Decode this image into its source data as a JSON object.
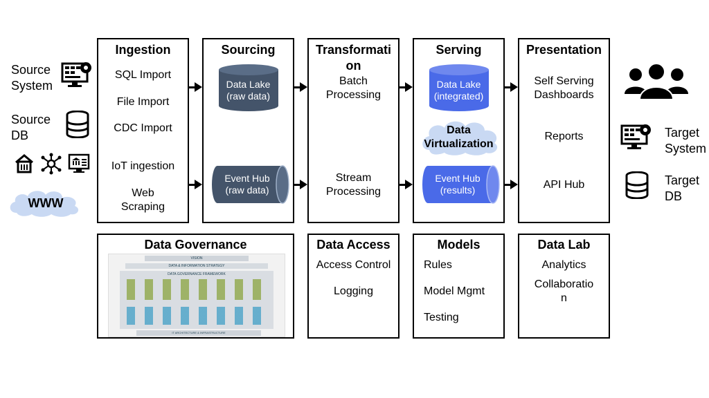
{
  "left": {
    "source_system": "Source\nSystem",
    "source_db": "Source\nDB",
    "www": "WWW"
  },
  "right": {
    "target_system": "Target\nSystem",
    "target_db": "Target\nDB"
  },
  "stages": {
    "ingestion": {
      "title": "Ingestion",
      "items": [
        "SQL Import",
        "File Import",
        "CDC Import",
        "IoT ingestion",
        "Web\nScraping"
      ]
    },
    "sourcing": {
      "title": "Sourcing",
      "data_lake": "Data Lake\n(raw data)",
      "event_hub": "Event Hub\n(raw data)"
    },
    "transformation": {
      "title": "Transformati\non",
      "batch": "Batch\nProcessing",
      "stream": "Stream\nProcessing"
    },
    "serving": {
      "title": "Serving",
      "data_lake": "Data Lake\n(integrated)",
      "virtualization": "Data\nVirtualization",
      "event_hub": "Event Hub\n(results)"
    },
    "presentation": {
      "title": "Presentation",
      "items": [
        "Self Serving\nDashboards",
        "Reports",
        "API Hub"
      ]
    }
  },
  "bottom": {
    "governance": {
      "title": "Data Governance",
      "vision": "VISION",
      "strategy": "DATA & INFORMATION STRATEGY",
      "framework": "DATA GOVERNANCE FRAMEWORK",
      "infrastructure": "IT ARCHITECTURE & INFRASTRUCTURE"
    },
    "access": {
      "title": "Data Access",
      "items": [
        "Access Control",
        "Logging"
      ]
    },
    "models": {
      "title": "Models",
      "items": [
        "Rules",
        "Model Mgmt",
        "Testing"
      ]
    },
    "lab": {
      "title": "Data Lab",
      "items": [
        "Analytics",
        "Collaboratio\nn"
      ]
    }
  },
  "colors": {
    "dark_cylinder": "#44546a",
    "bright_cylinder": "#4a6ae8",
    "cloud": "#c9d9f3"
  }
}
